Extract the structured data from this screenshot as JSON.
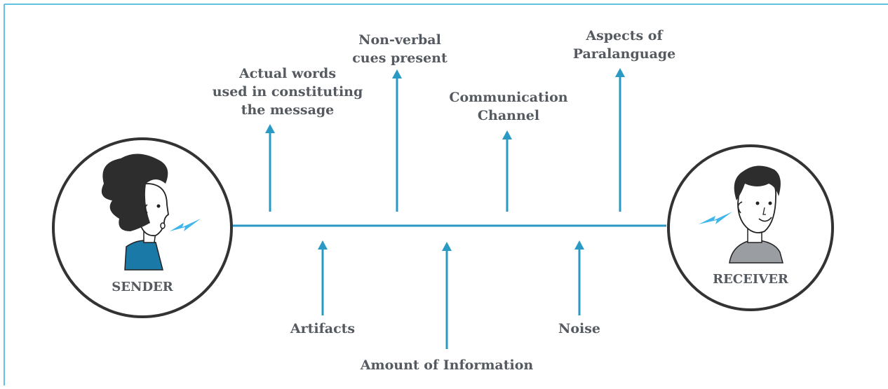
{
  "colors": {
    "frame": "#5fc3e4",
    "arrow": "#2a9ac4",
    "text": "#555a60",
    "circle": "#333333",
    "shirt_sender": "#1b79a8",
    "shirt_receiver": "#9a9ea3",
    "spark": "#3fb6ea"
  },
  "sender": {
    "label": "SENDER"
  },
  "receiver": {
    "label": "RECEIVER"
  },
  "top_labels": {
    "words": [
      "Actual words",
      "used in constituting",
      "the message"
    ],
    "nonverbal": [
      "Non-verbal",
      "cues present"
    ],
    "channel": [
      "Communication",
      "Channel"
    ],
    "paralanguage": [
      "Aspects of",
      "Paralanguage"
    ]
  },
  "bottom_labels": {
    "artifacts": "Artifacts",
    "amount": "Amount of Information",
    "noise": "Noise"
  }
}
